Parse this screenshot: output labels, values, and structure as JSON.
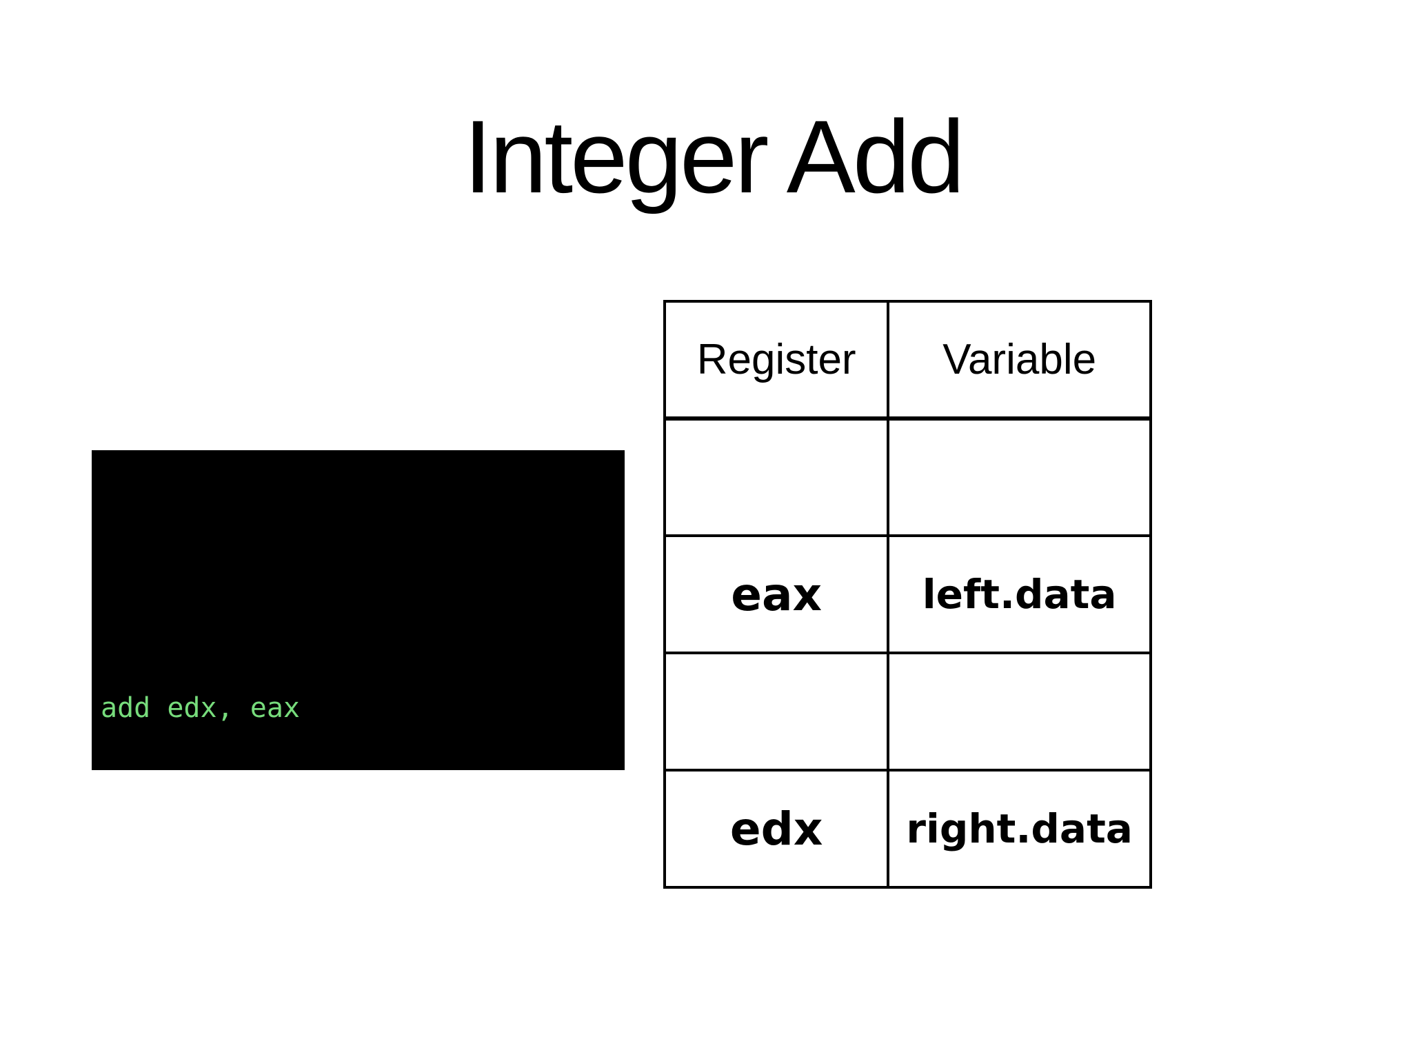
{
  "slide": {
    "title": "Integer Add",
    "background_color": "#FFFFFF"
  },
  "code_block": {
    "line": "add edx, eax",
    "text_color": "#77DC7C",
    "background_color": "#000000"
  },
  "table": {
    "border_color": "#000000",
    "headers": [
      "Register",
      "Variable"
    ],
    "rows": [
      {
        "register": "",
        "variable": ""
      },
      {
        "register": "eax",
        "variable": "left.data"
      },
      {
        "register": "",
        "variable": ""
      },
      {
        "register": "edx",
        "variable": "right.data"
      }
    ]
  }
}
